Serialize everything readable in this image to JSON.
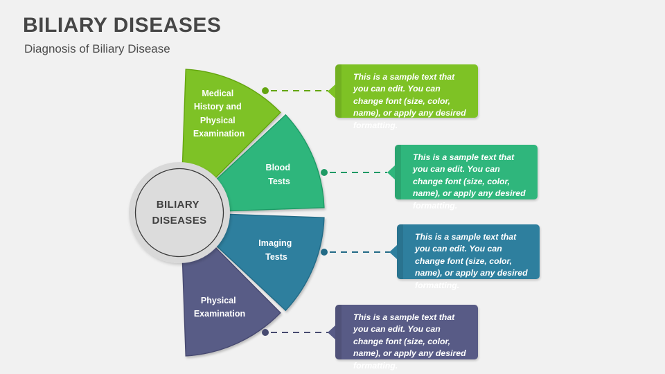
{
  "header": {
    "title": "BILIARY DISEASES",
    "subtitle": "Diagnosis of Biliary Disease"
  },
  "background_color": "#f1f1f1",
  "hub": {
    "line1": "BILIARY",
    "line2": "DISEASES",
    "fill_color": "#d8d8d8",
    "ring_color": "#e2e2e2",
    "outline_color": "#3a3a3a"
  },
  "sample_text": "This is a sample text that you can edit. You can change font (size, color, name), or apply any desired formatting.",
  "segments": [
    {
      "id": "medical-history",
      "label_lines": [
        "Medical",
        "History and",
        "Physical",
        "Examination"
      ],
      "color": "#7ec225",
      "edge_color": "#63a50f",
      "callout_color": "#7ec225",
      "callout_text": "This is a sample text that you can edit. You can change font (size, color, name), or apply any desired formatting."
    },
    {
      "id": "blood-tests",
      "label_lines": [
        "Blood",
        "Tests"
      ],
      "color": "#2fb67c",
      "edge_color": "#1f9a65",
      "callout_color": "#2fb67c",
      "callout_text": "This is a sample text that you can edit. You can change font (size, color, name), or apply any desired formatting."
    },
    {
      "id": "imaging-tests",
      "label_lines": [
        "Imaging",
        "Tests"
      ],
      "color": "#2e7f9e",
      "edge_color": "#226a86",
      "callout_color": "#2e7f9e",
      "callout_text": "This is a sample text that you can edit. You can change font (size, color, name), or apply any desired formatting."
    },
    {
      "id": "physical-examination",
      "label_lines": [
        "Physical",
        "Examination"
      ],
      "color": "#585b86",
      "edge_color": "#474a70",
      "callout_color": "#585b86",
      "callout_text": "This is a sample text that you can edit. You can change font (size, color, name), or apply any desired formatting."
    }
  ]
}
